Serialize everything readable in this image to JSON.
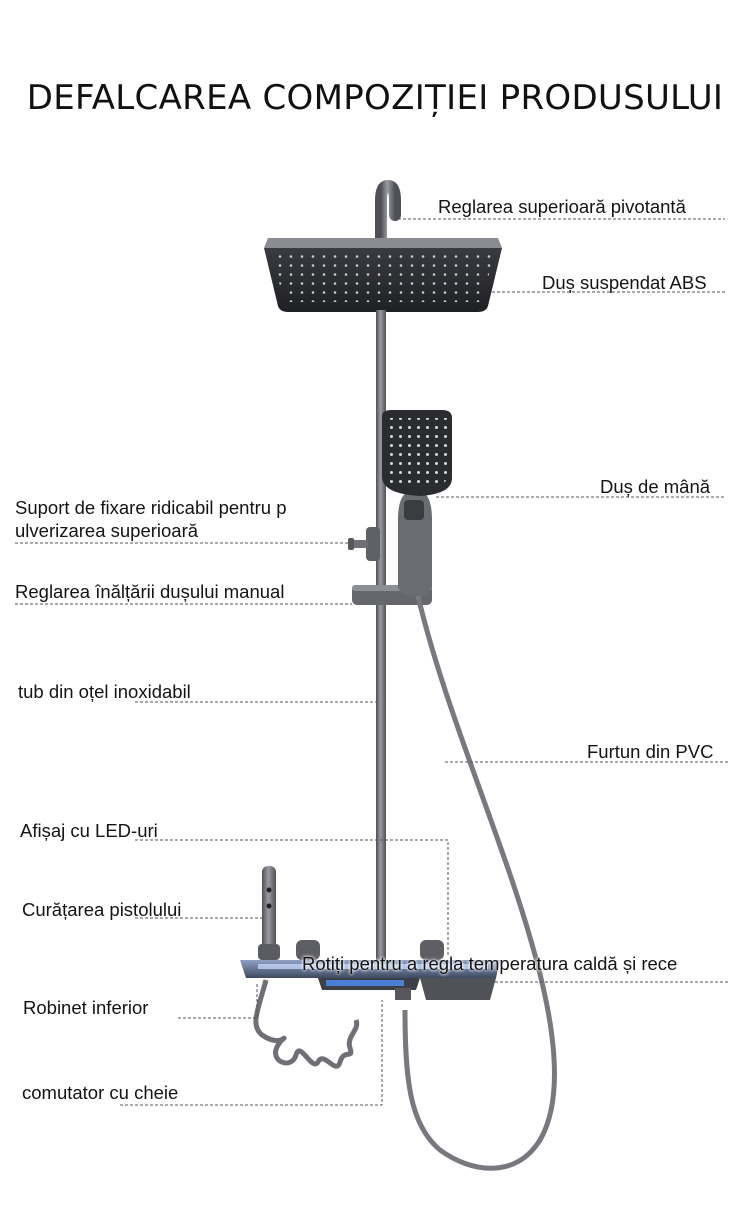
{
  "title": "DEFALCAREA COMPOZIȚIEI PRODUSULUI",
  "labels": {
    "top_pivot": "Reglarea superioară pivotantă",
    "abs_shower": "Duș suspendat ABS",
    "hand_shower": "Duș de mână",
    "lift_bracket": "Suport de fixare ridicabil pentru p ulverizarea superioară",
    "height_adjust": "Reglarea înălțării dușului manual",
    "steel_tube": "tub din oțel inoxidabil",
    "pvc_hose": "Furtun din PVC",
    "led_display": "Afișaj cu LED-uri",
    "spray_gun": "Curățarea pistolului",
    "temp_knob": "Rotiți pentru a regla temperatura caldă și rece",
    "bottom_faucet": "Robinet inferior",
    "key_switch": "comutator cu cheie"
  },
  "colors": {
    "metal": "#6b6d72",
    "metal_dark": "#44464b",
    "shower_face": "#2a2b2f",
    "led_blue": "#4a7fd6",
    "leader_line": "#555555"
  }
}
